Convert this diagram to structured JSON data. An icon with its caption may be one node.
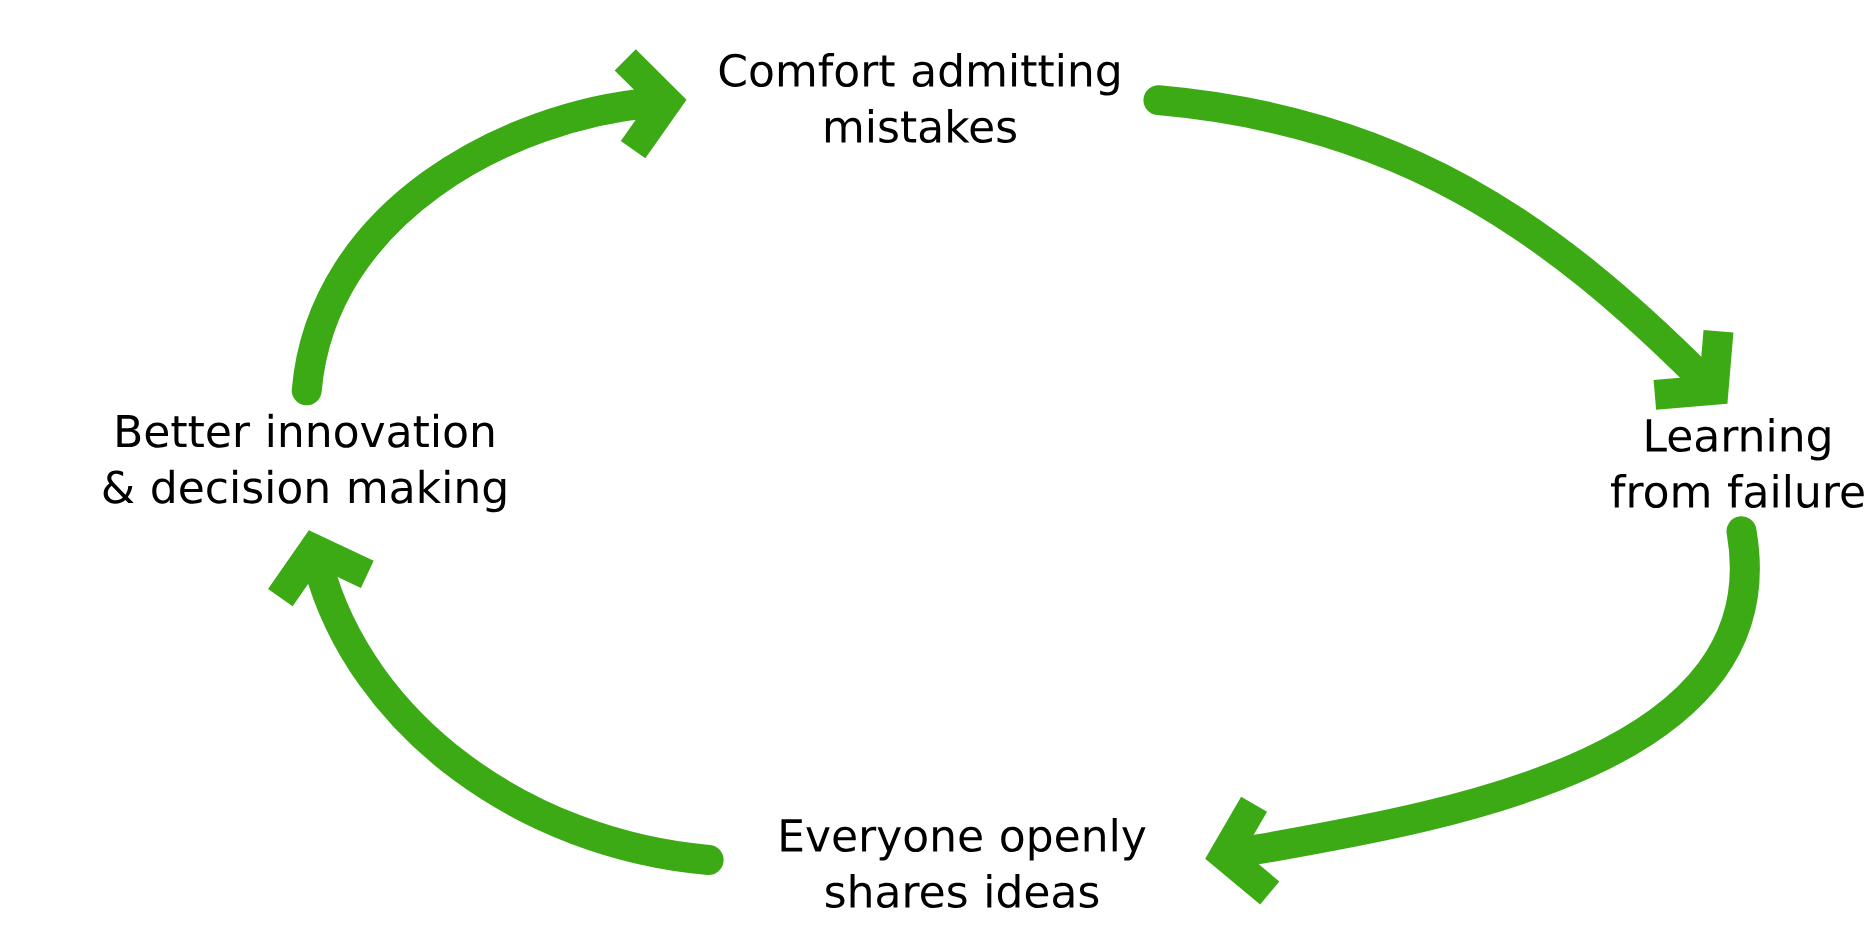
{
  "diagram": {
    "nodes": [
      {
        "text": [
          "Comfort admitting mistakes"
        ]
      },
      {
        "text": [
          "Learning from failure"
        ]
      },
      {
        "text": [
          "Everyone openly shares ideas"
        ]
      },
      {
        "text": [
          "Better innovation & decision making"
        ]
      }
    ],
    "edges": [
      {
        "from": 0,
        "to": 1,
        "arrow": "to"
      },
      {
        "from": 1,
        "to": 2,
        "arrow": "to"
      },
      {
        "from": 2,
        "to": 3,
        "arrow": "to"
      },
      {
        "from": 3,
        "to": 0,
        "arrow": "to"
      }
    ]
  }
}
